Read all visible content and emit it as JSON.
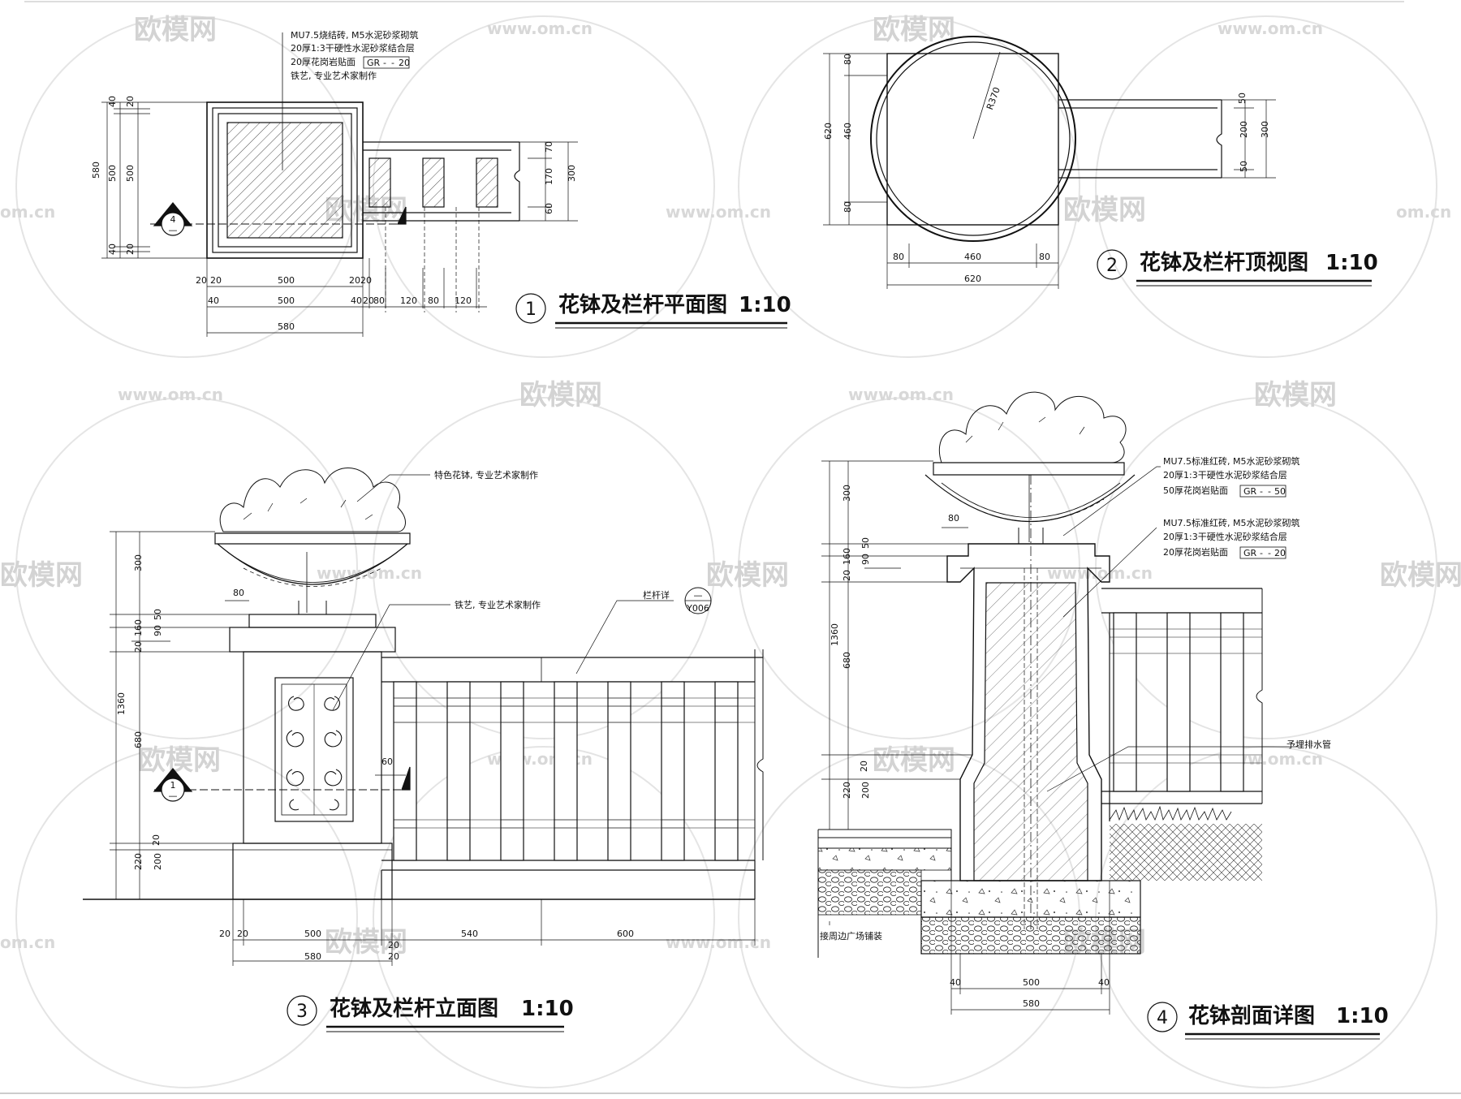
{
  "watermark": {
    "brand": "欧模网",
    "url": "www.om.cn",
    "url_short": "om.cn"
  },
  "plan": {
    "title_num": "1",
    "title": "花钵及栏杆平面图",
    "scale": "1:10",
    "notes": [
      "MU7.5烧结砖, M5水泥砂浆砌筑",
      "20厚1:3干硬性水泥砂浆结合层",
      "20厚花岗岩贴面",
      "铁艺, 专业艺术家制作"
    ],
    "tag": [
      "GR",
      "-",
      "-",
      "20"
    ],
    "section_mark": {
      "num": "4",
      "sheet": "—"
    },
    "left_dims": {
      "d40a": "40",
      "d20a": "20",
      "d500a": "500",
      "d500b": "500",
      "d580": "580",
      "d40b": "40",
      "d20b": "20"
    },
    "right_dims": {
      "d70": "70",
      "d170": "170",
      "d60": "60",
      "d300": "300"
    },
    "bottom_dims": {
      "a20": "20",
      "a20b": "20",
      "a500": "500",
      "a20c": "2020",
      "b40": "40",
      "b500": "500",
      "b40b": "40",
      "b20": "20",
      "b80": "80",
      "b120": "120",
      "b80b": "80",
      "b120b": "120",
      "c580": "580"
    }
  },
  "top": {
    "title_num": "2",
    "title": "花钵及栏杆顶视图",
    "scale": "1:10",
    "radius": "R370",
    "left_dims": {
      "d80a": "80",
      "d460": "460",
      "d80b": "80",
      "d620": "620"
    },
    "right_dims": {
      "d50a": "50",
      "d200": "200",
      "d50b": "50",
      "d300": "300"
    },
    "bottom_dims": {
      "d80a": "80",
      "d460": "460",
      "d80b": "80",
      "d620": "620"
    }
  },
  "elevation": {
    "title_num": "3",
    "title": "花钵及栏杆立面图",
    "scale": "1:10",
    "notes": {
      "pot": "特色花钵, 专业艺术家制作",
      "iron": "铁艺, 专业艺术家制作",
      "rail": "栏杆详"
    },
    "detail_ref": {
      "top": "—",
      "code": "Y006"
    },
    "section_mark": {
      "num": "1",
      "sheet": "—"
    },
    "left_dims": {
      "d1360": "1360",
      "d300": "300",
      "d50": "50",
      "d160": "160",
      "d90": "90",
      "d20a": "20",
      "d680": "680",
      "d20b": "20",
      "d220": "220",
      "d200": "200"
    },
    "misc_dims": {
      "d80": "80",
      "d60": "60"
    },
    "bottom_dims": {
      "d20a": "20",
      "d20b": "20",
      "d500": "500",
      "d540": "540",
      "d600": "600",
      "d580": "580",
      "d20c": "20",
      "d20d": "20"
    }
  },
  "section": {
    "title_num": "4",
    "title": "花钵剖面详图",
    "scale": "1:10",
    "notes_top": [
      "MU7.5标准红砖, M5水泥砂浆砌筑",
      "20厚1:3干硬性水泥砂浆结合层",
      "50厚花岗岩贴面"
    ],
    "tag_top": [
      "GR",
      "-",
      "-",
      "50"
    ],
    "notes_mid": [
      "MU7.5标准红砖, M5水泥砂浆砌筑",
      "20厚1:3干硬性水泥砂浆结合层",
      "20厚花岗岩贴面"
    ],
    "tag_mid": [
      "GR",
      "-",
      "-",
      "20"
    ],
    "drain": "予埋排水管",
    "paving": "接周边广场铺装",
    "left_dims": {
      "d1360": "1360",
      "d300": "300",
      "d50": "50",
      "d160": "160",
      "d90": "90",
      "d20a": "20",
      "d680": "680",
      "d20b": "20",
      "d220": "220",
      "d200": "200"
    },
    "misc_dims": {
      "d80": "80"
    },
    "bottom_dims": {
      "d40a": "40",
      "d500": "500",
      "d40b": "40",
      "d580": "580"
    }
  }
}
